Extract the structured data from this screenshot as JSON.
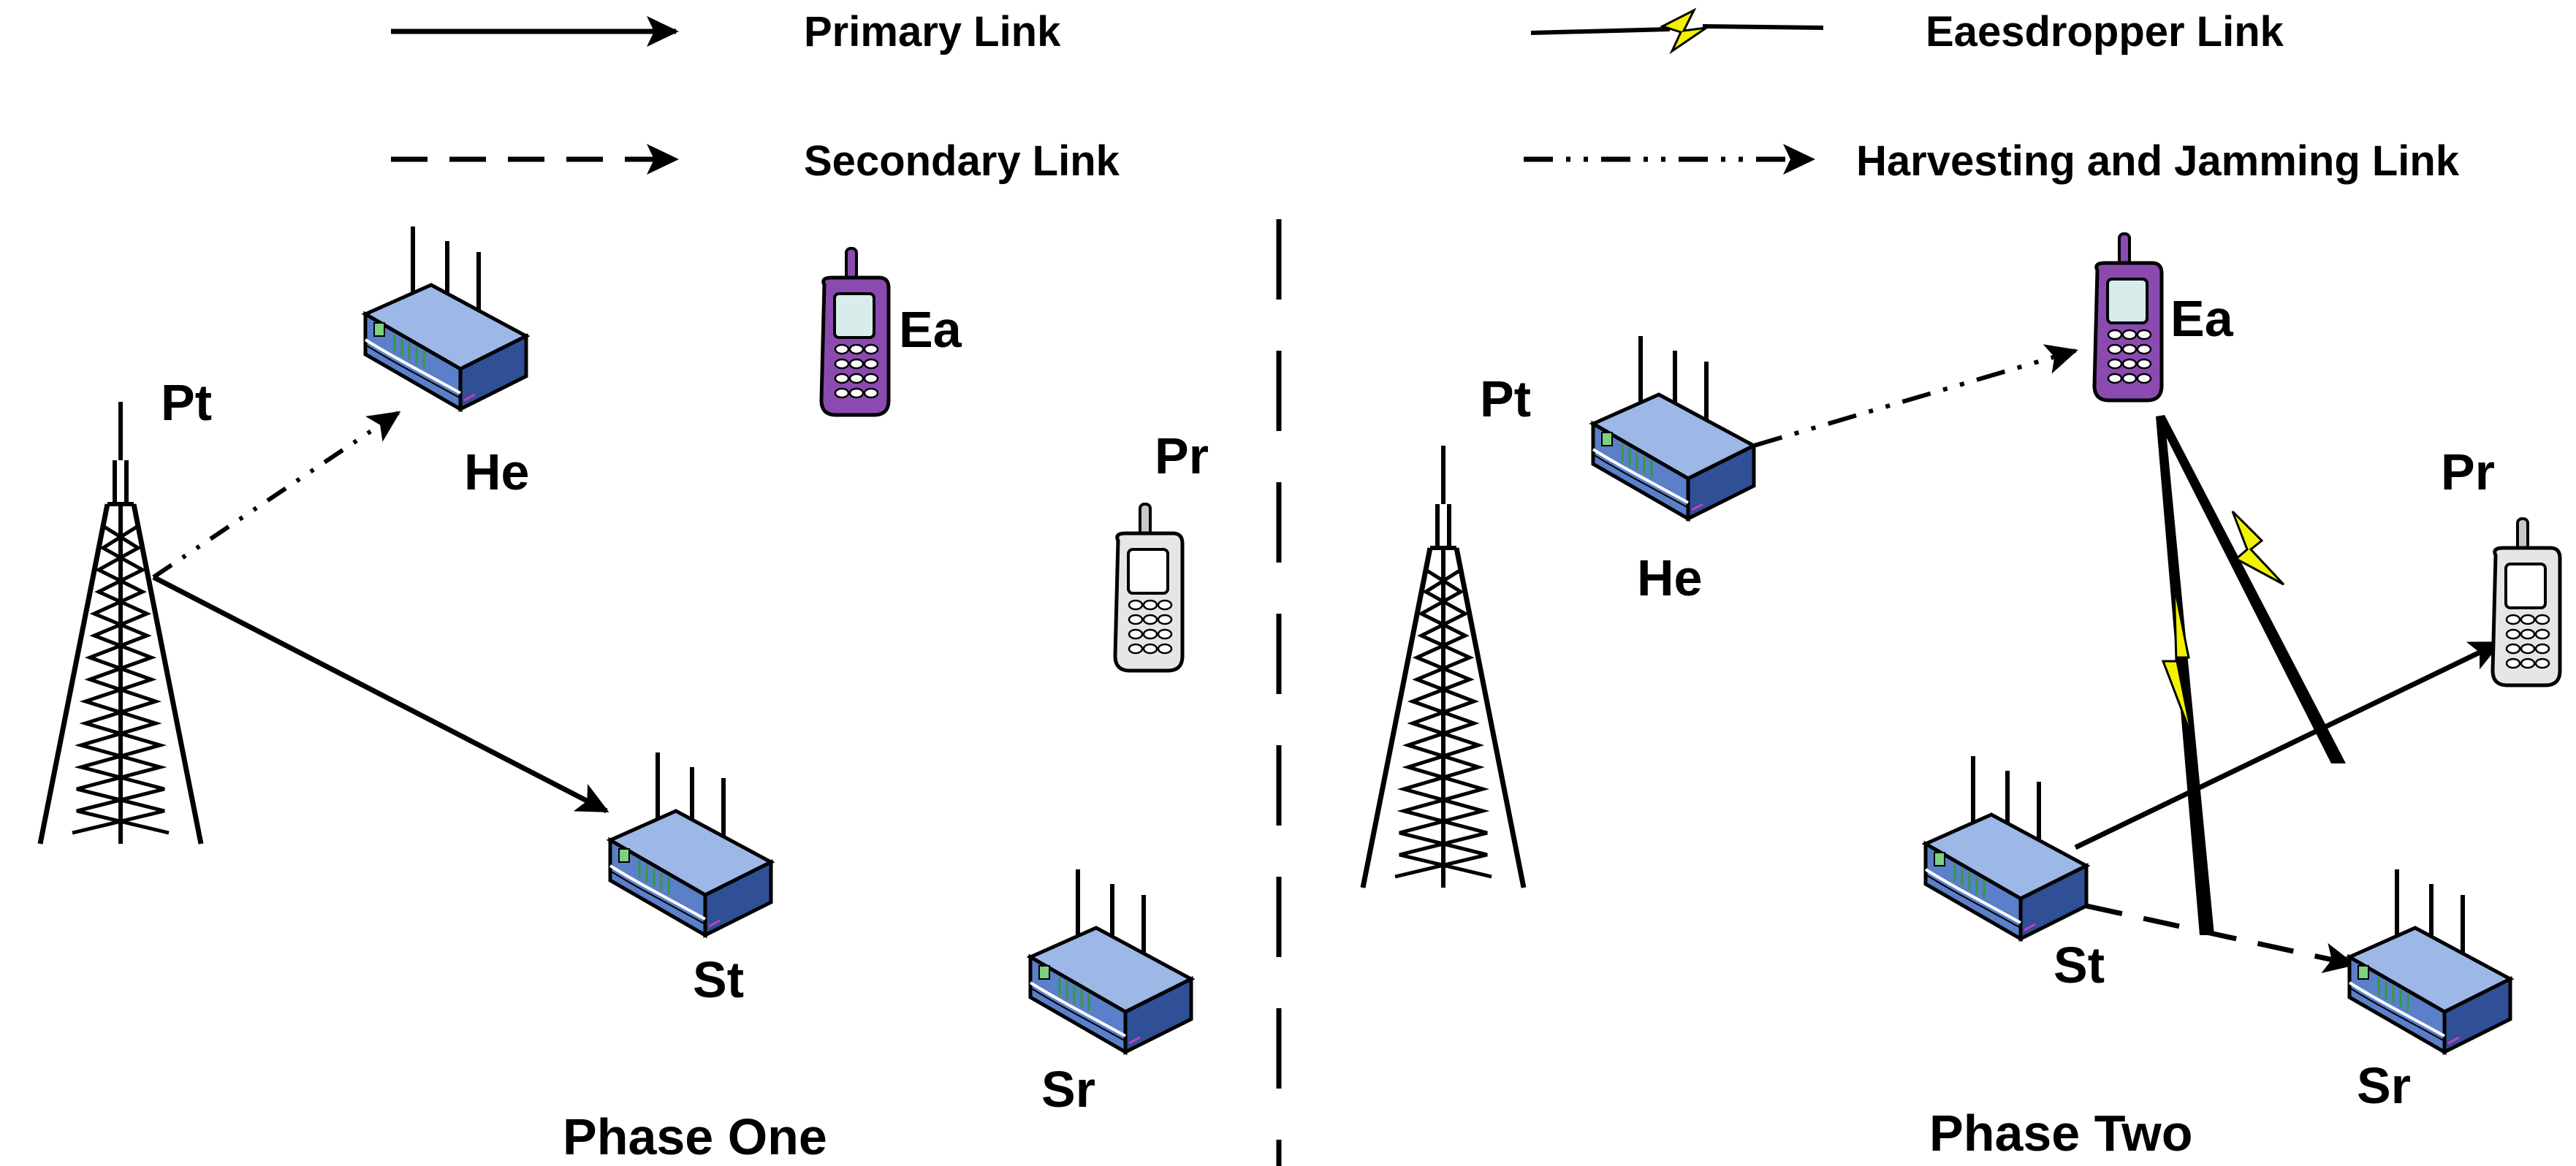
{
  "legend": {
    "primary_link": "Primary Link",
    "secondary_link": "Secondary Link",
    "eavesdropper_link": "Eaesdropper Link",
    "harvesting_jamming_link": "Harvesting and Jamming Link"
  },
  "phase_one": {
    "title": "Phase One",
    "labels": {
      "pt": "Pt",
      "he": "He",
      "ea": "Ea",
      "pr": "Pr",
      "st": "St",
      "sr": "Sr"
    }
  },
  "phase_two": {
    "title": "Phase Two",
    "labels": {
      "pt": "Pt",
      "he": "He",
      "ea": "Ea",
      "pr": "Pr",
      "st": "St",
      "sr": "Sr"
    }
  },
  "colors": {
    "line": "#000000",
    "router_body": "#5b7fc9",
    "router_top": "#9db7e6",
    "router_front": "#2f4f96",
    "router_led": "#2e9e3a",
    "phone_purple": "#8a4ab0",
    "phone_gray": "#c8c8c8",
    "phone_screen": "#d8ecec",
    "lightning": "#f2f200"
  },
  "icons": {
    "tower": "transmission-tower-icon",
    "router": "wireless-router-icon",
    "phone": "mobile-phone-icon"
  }
}
